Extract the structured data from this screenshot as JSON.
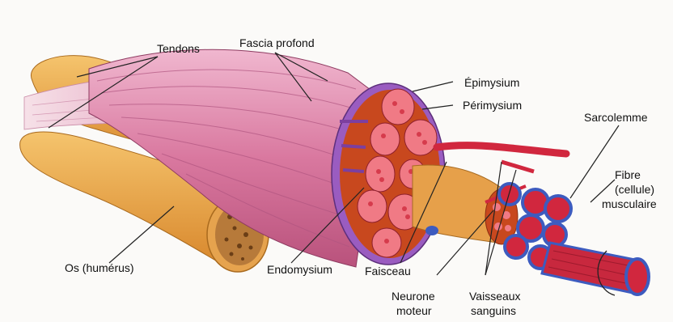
{
  "labels": {
    "tendons": "Tendons",
    "fascia": "Fascia profond",
    "epimysium": "Épimysium",
    "perimysium": "Périmysium",
    "sarcolemme": "Sarcolemme",
    "fibre_1": "Fibre",
    "fibre_2": "(cellule)",
    "fibre_3": "musculaire",
    "os": "Os (humérus)",
    "endomysium": "Endomysium",
    "faisceau": "Faisceau",
    "neurone_1": "Neurone",
    "neurone_2": "moteur",
    "vaisseaux_1": "Vaisseaux",
    "vaisseaux_2": "sanguins"
  },
  "colors": {
    "muscle": "#d9789f",
    "bone": "#e8a048",
    "fascicle": "#c8481e",
    "vessel": "#d1273e",
    "fibre": "#3d5bbf",
    "epimysium": "#9a5cc0"
  }
}
